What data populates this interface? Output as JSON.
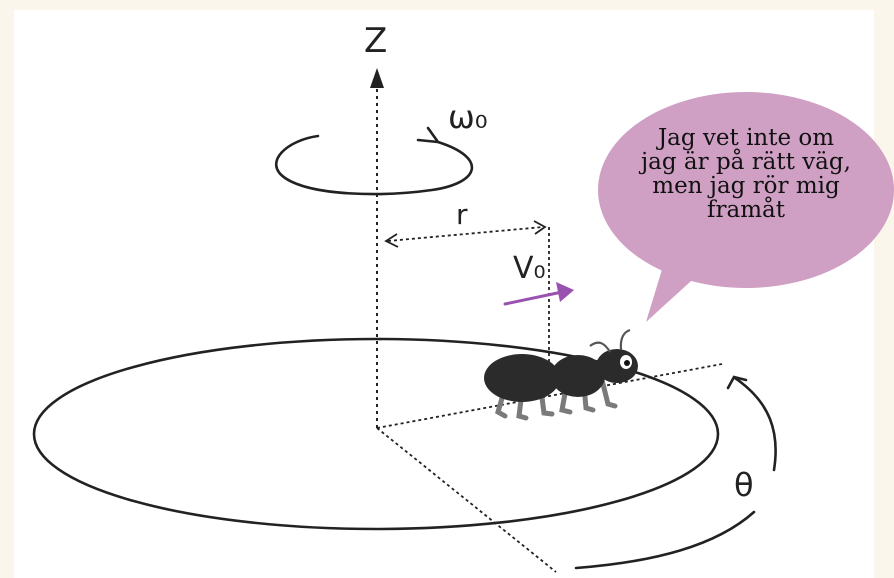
{
  "labels": {
    "z_axis": "Z",
    "omega": "ω₀",
    "radius": "r",
    "velocity": "V₀",
    "theta": "θ"
  },
  "speech_bubble": {
    "lines": [
      "Jag vet inte om",
      "jag är på rätt väg,",
      "men jag rör mig",
      "framåt"
    ]
  },
  "colors": {
    "background": "#fbf6ec",
    "bubble": "#cf9fc4",
    "velocity_arrow": "#9a52b0",
    "ant_body": "#2b2b2b",
    "ant_legs": "#7a7a7a",
    "ink": "#222222"
  }
}
